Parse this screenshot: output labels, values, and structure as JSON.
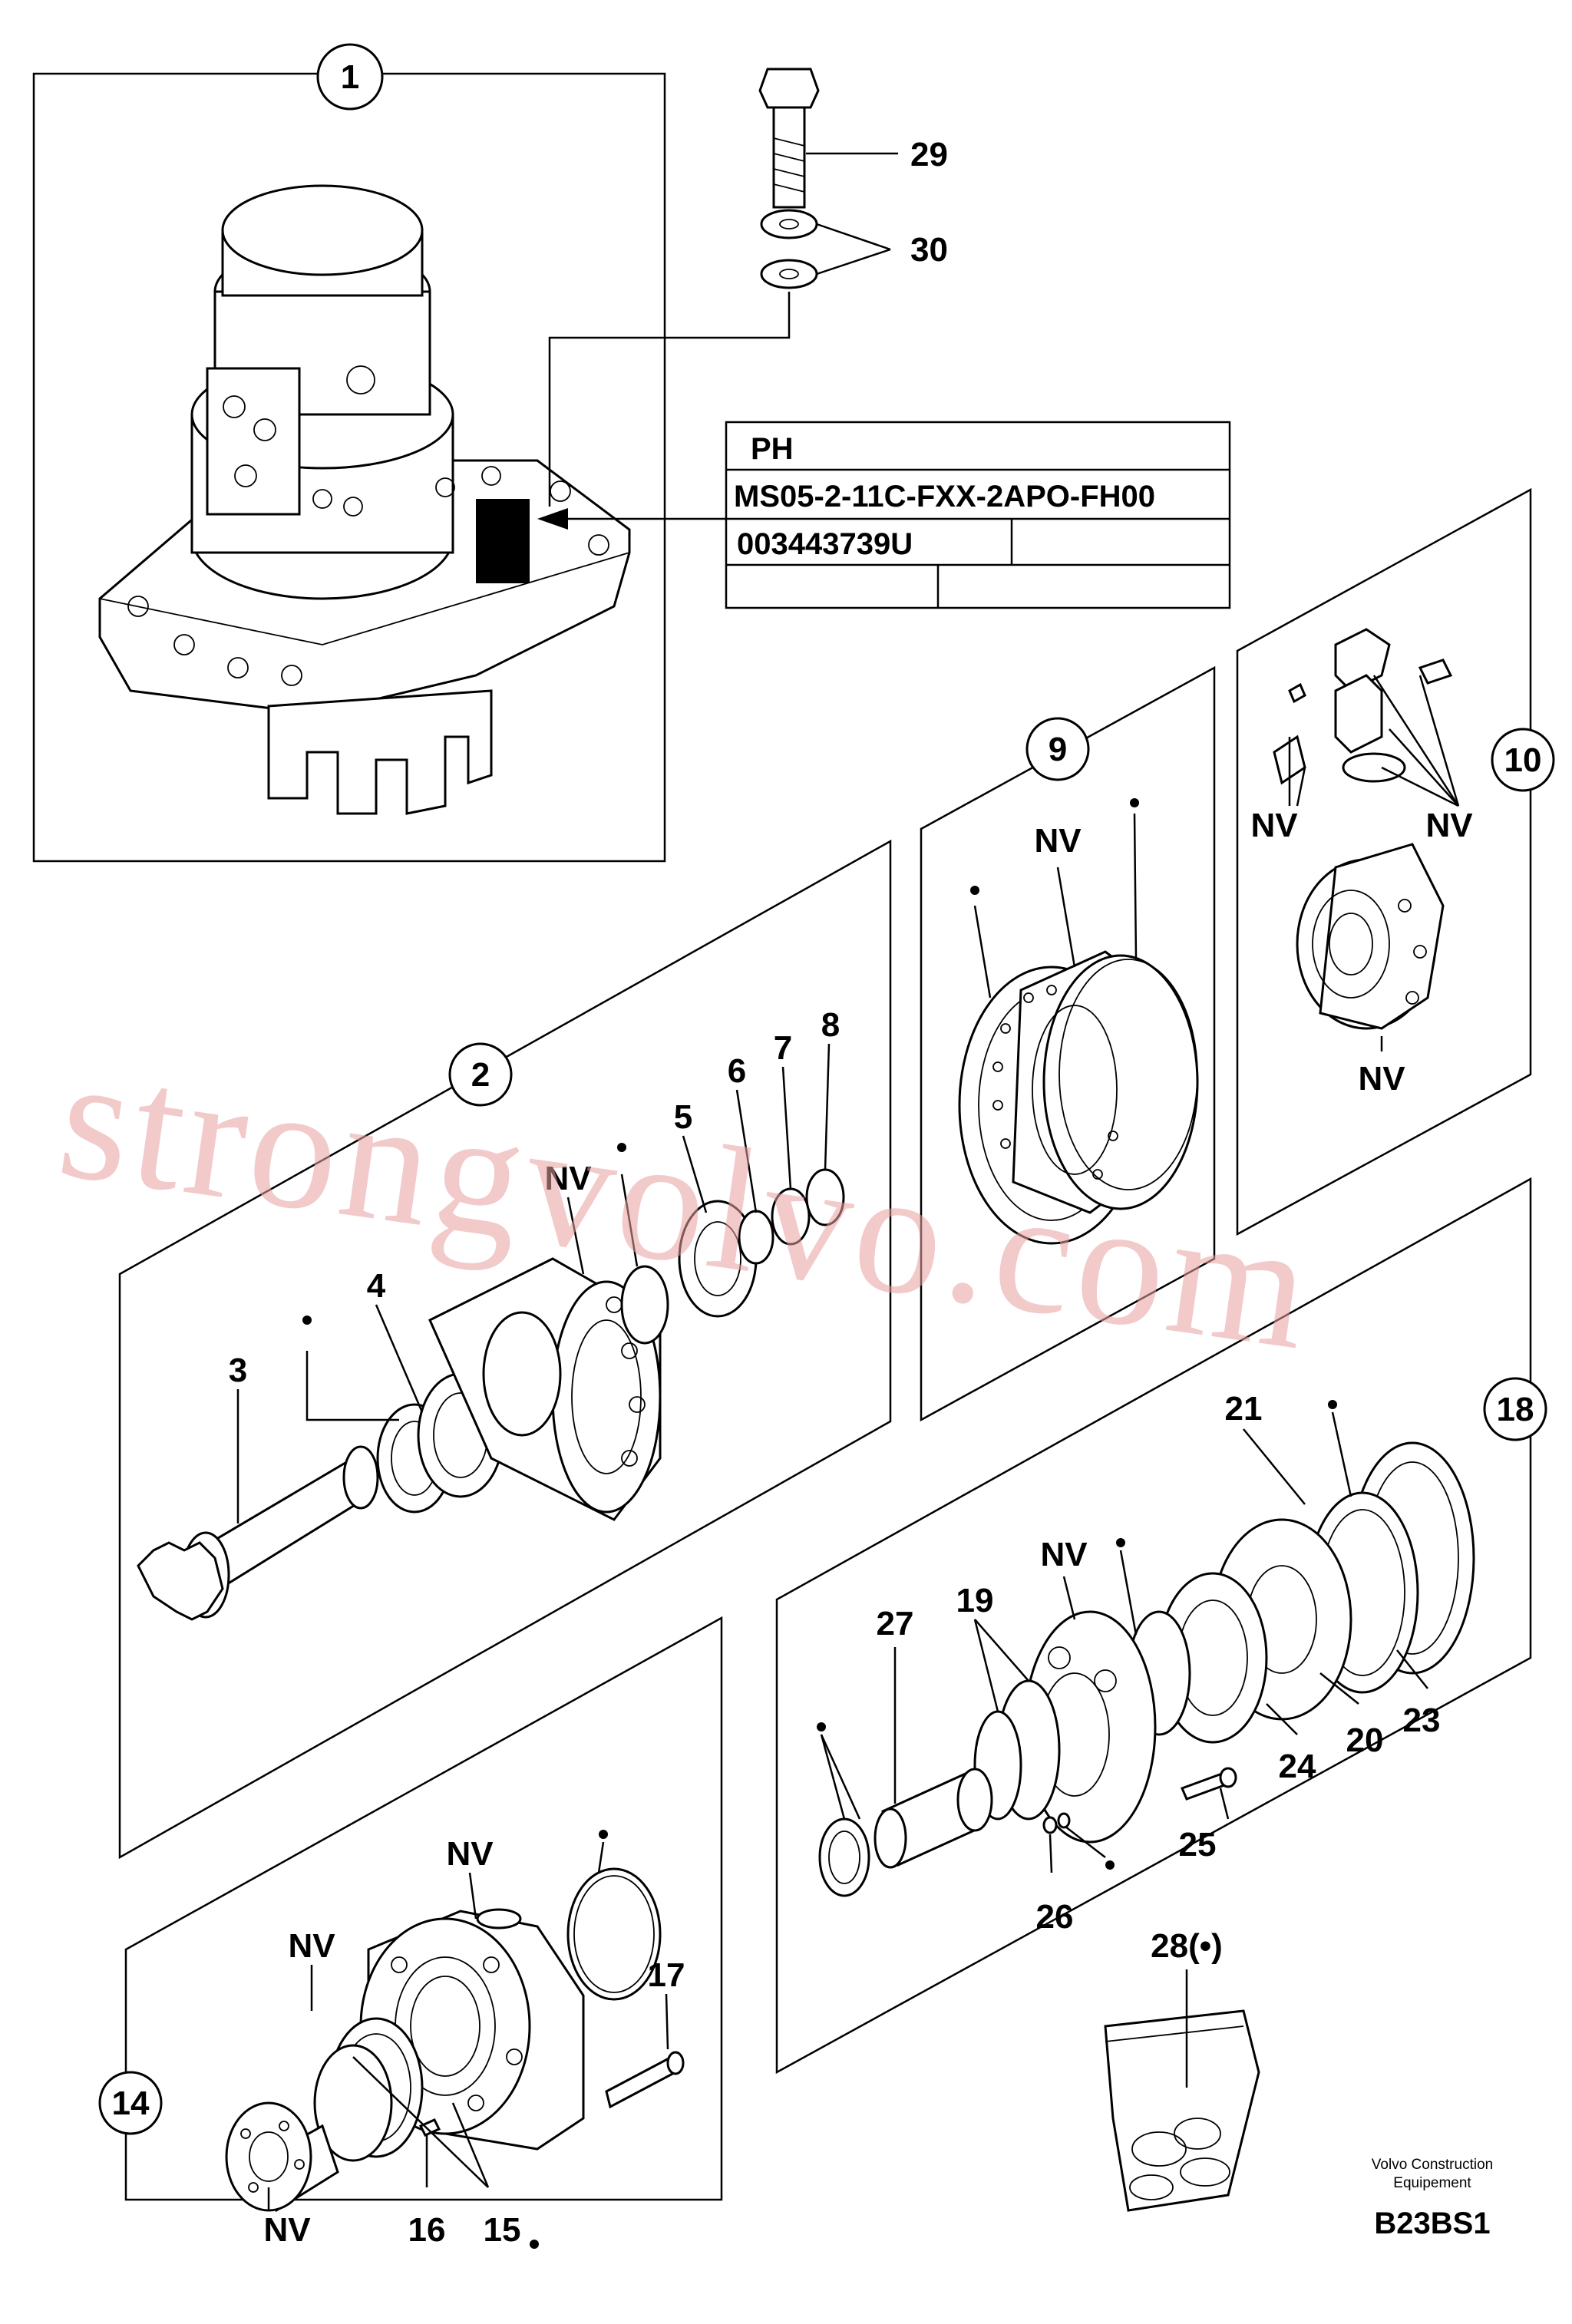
{
  "labels": {
    "c1": "1",
    "c2": "2",
    "c9": "9",
    "c10": "10",
    "c14": "14",
    "c18": "18",
    "p3": "3",
    "p4": "4",
    "p5": "5",
    "p6": "6",
    "p7": "7",
    "p8": "8",
    "p15": "15",
    "p16": "16",
    "p17": "17",
    "p19": "19",
    "p20": "20",
    "p21": "21",
    "p23": "23",
    "p24": "24",
    "p25": "25",
    "p26": "26",
    "p27": "27",
    "p28": "28(•)",
    "p29": "29",
    "p30": "30",
    "nv": "NV"
  },
  "info_box": {
    "row1": "PH",
    "row2": "MS05-2-11C-FXX-2APO-FH00",
    "row3": "003443739U"
  },
  "footer": {
    "line1": "Volvo Construction",
    "line2": "Equipement",
    "code": "B23BS1"
  },
  "watermark": "strongvolvo.com"
}
